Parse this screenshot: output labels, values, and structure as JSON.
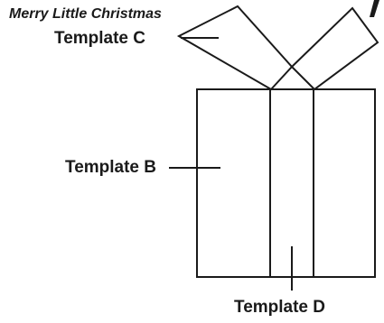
{
  "title": "Merry Little Christmas",
  "labels": {
    "template_c": "Template C",
    "template_b": "Template B",
    "template_d": "Template D"
  }
}
